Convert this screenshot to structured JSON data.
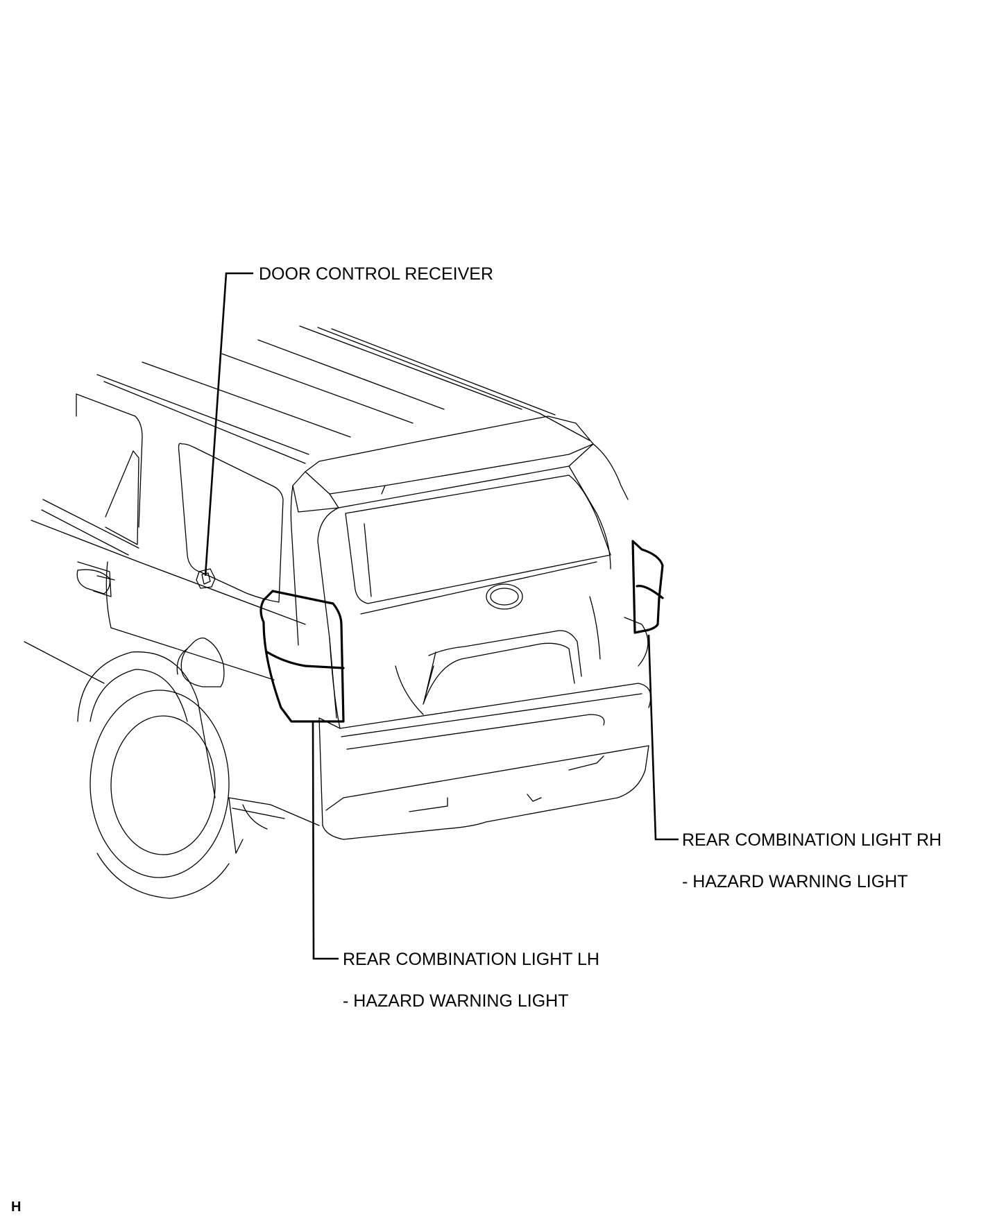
{
  "labels": {
    "door_control_receiver": "DOOR CONTROL RECEIVER",
    "rear_light_rh": "REAR COMBINATION LIGHT RH",
    "rear_light_rh_sub": "- HAZARD WARNING LIGHT",
    "rear_light_lh": "REAR COMBINATION LIGHT LH",
    "rear_light_lh_sub": "- HAZARD WARNING LIGHT",
    "figure_id": "H"
  }
}
